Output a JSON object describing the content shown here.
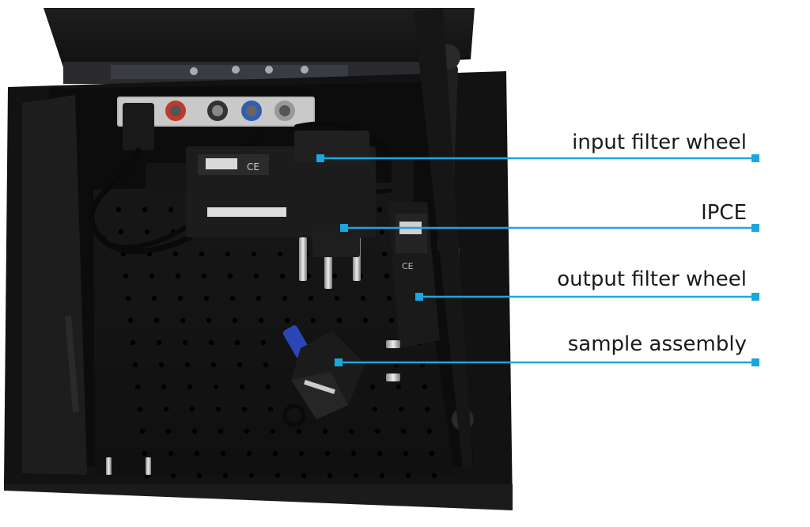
{
  "photo": {
    "subject": "black-enclosure-optical-setup"
  },
  "callouts": [
    {
      "label": "input filter wheel"
    },
    {
      "label": "IPCE"
    },
    {
      "label": "output filter wheel"
    },
    {
      "label": "sample assembly"
    }
  ],
  "colors": {
    "callout_line": "#1aa7dd",
    "label_text": "#1a1a1a",
    "background": "#ffffff"
  }
}
